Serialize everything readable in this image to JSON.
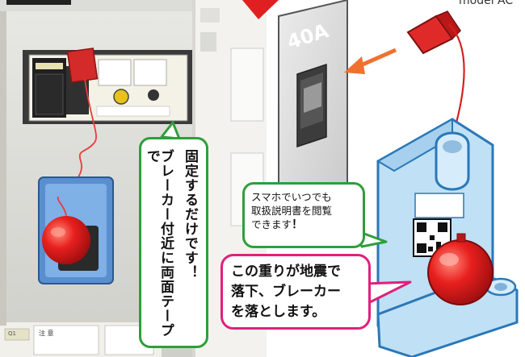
{
  "header": {
    "text": "model AC"
  },
  "breaker_label": "40A",
  "callouts": {
    "vertical": {
      "line1": "ブレーカー付近に両面テープで",
      "line2": "固定するだけです！"
    },
    "green": {
      "line1": "スマホでいつでも",
      "line2": "取扱説明書を閲覧",
      "line3": "できます",
      "exclaim": "！"
    },
    "pink": {
      "line1": "この重りが地震で",
      "line2": "落下、ブレーカー",
      "line3": "を落とします。"
    }
  },
  "photo_labels": {
    "warning_sign": "注 意",
    "small_text": "Q1"
  },
  "colors": {
    "callout_green": "#2f9e3a",
    "callout_pink": "#e0207a",
    "device_blue": "#bfe0f5",
    "ball_red": "#e8201e",
    "arrow_orange": "#f07030"
  }
}
